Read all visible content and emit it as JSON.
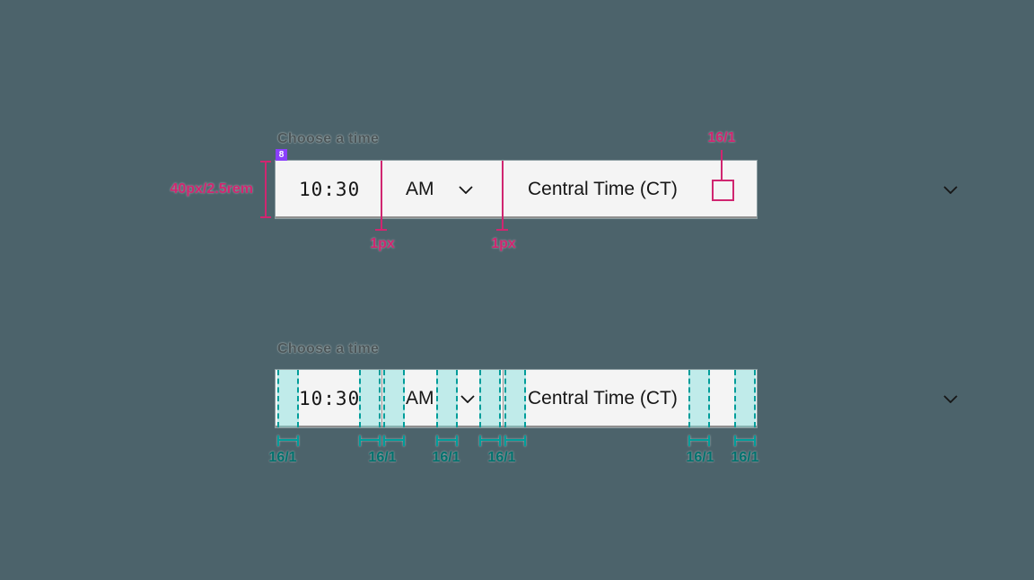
{
  "colors": {
    "canvas_bg": "#4c636b",
    "field_bg": "#f4f4f4",
    "value_text": "#161616",
    "field_bottom_border": "#8d8d8d",
    "annotation_magenta": "#d02670",
    "annotation_teal": "#009d9a",
    "annotation_teal_text": "#00716d",
    "badge_purple": "#8a3ffc"
  },
  "picker_spec": {
    "label": "Choose a time",
    "time_value": "10:30",
    "period_value": "AM",
    "timezone_value": "Central Time (CT)",
    "annotations": {
      "badge_number": "8",
      "height_label": "40px/2.5rem",
      "divider1_label": "1px",
      "divider2_label": "1px",
      "icon_box_label": "16/1"
    }
  },
  "picker_spacing": {
    "label": "Choose a time",
    "time_value": "10:30",
    "period_value": "AM",
    "timezone_value": "Central Time (CT)",
    "spacing_labels": [
      "16/1",
      "16/1",
      "16/1",
      "16/1",
      "16/1",
      "16/1"
    ]
  }
}
